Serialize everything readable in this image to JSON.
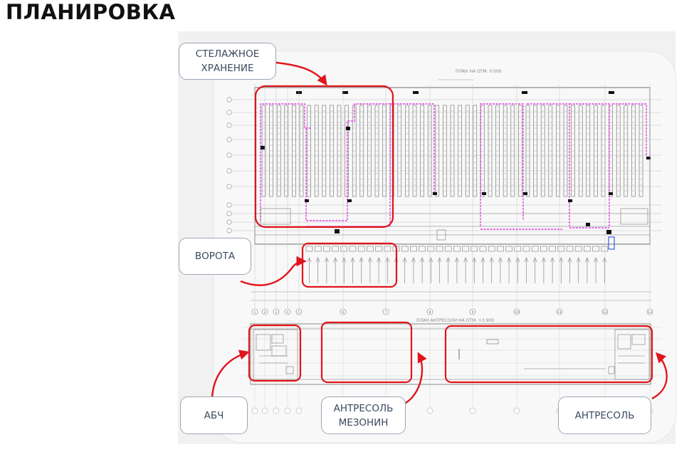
{
  "page": {
    "title": "ПЛАНИРОВКА"
  },
  "drawing": {
    "header_text": "ПЛАН НА ОТМ. 0.000",
    "mezzanine_header_text": "ПЛАН АНТРЕСОЛИ НА ОТМ. +3.900",
    "axis_numbers": [
      "1",
      "2",
      "3",
      "4",
      "5",
      "6",
      "7",
      "8",
      "9",
      "10",
      "11",
      "12",
      "13"
    ]
  },
  "callouts": {
    "rack_storage": {
      "line1": "СТЕЛАЖНОЕ",
      "line2": "ХРАНЕНИЕ"
    },
    "gates": {
      "label": "ВОРОТА"
    },
    "abch": {
      "label": "АБЧ"
    },
    "mezzanine_left": {
      "line1": "АНТРЕСОЛЬ",
      "line2": "МЕЗОНИН"
    },
    "mezzanine_right": {
      "label": "АНТРЕСОЛЬ"
    }
  },
  "colors": {
    "highlight": "#e1141b",
    "callout_border": "#9aa7b6",
    "callout_text": "#3b4a5e",
    "magenta_route": "#e040e0"
  }
}
